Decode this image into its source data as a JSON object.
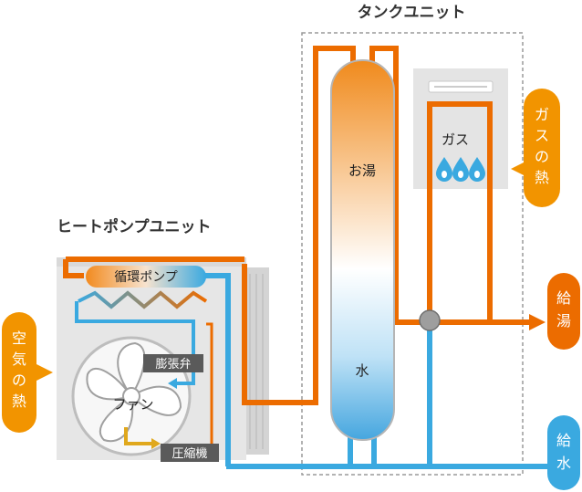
{
  "titles": {
    "tank_unit": "タンクユニット",
    "heat_pump_unit": "ヒートポンプユニット"
  },
  "labels": {
    "hot_water": "お湯",
    "water": "水",
    "gas": "ガス",
    "circulation_pump": "循環ポンプ",
    "expansion_valve": "膨張弁",
    "fan": "ファン",
    "compressor": "圧縮機"
  },
  "side_labels": {
    "gas_heat": [
      "ガ",
      "ス",
      "の",
      "熱"
    ],
    "air_heat": [
      "空",
      "気",
      "の",
      "熱"
    ],
    "hot_water_supply": [
      "給",
      "湯"
    ],
    "water_supply": [
      "給",
      "水"
    ]
  },
  "colors": {
    "hot_pipe": "#ec6c00",
    "cold_pipe": "#3aa9e0",
    "heat_badge": "#f29400",
    "unit_gray": "#e6e6e6",
    "label_dark": "#555555"
  }
}
